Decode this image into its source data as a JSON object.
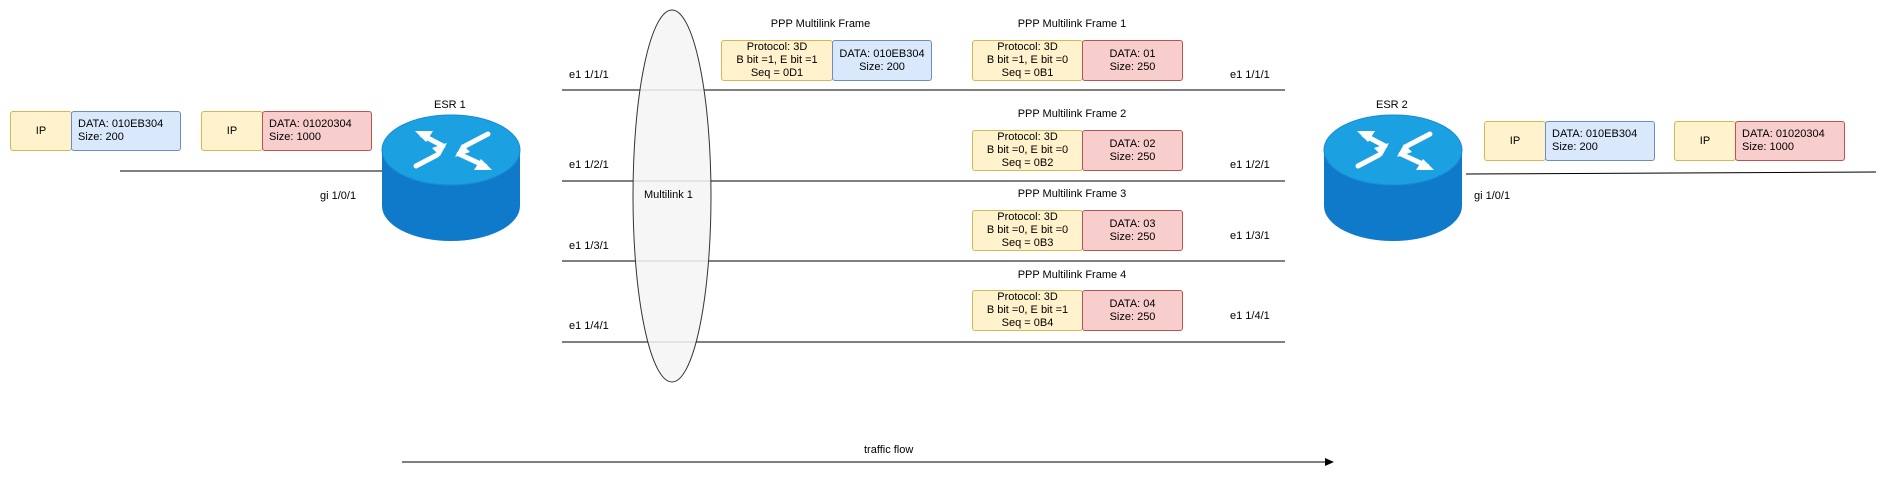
{
  "esr1": {
    "name": "ESR 1",
    "port": "gi 1/0/1"
  },
  "esr2": {
    "name": "ESR 2",
    "port": "gi 1/0/1"
  },
  "packets": {
    "ip_label": "IP",
    "p1_data": "DATA: 010EB304",
    "p1_size": "Size: 200",
    "p2_data": "DATA: 01020304",
    "p2_size": "Size: 1000"
  },
  "multilink_label": "Multilink 1",
  "links": {
    "l1_left": "e1 1/1/1",
    "l1_right": "e1 1/1/1",
    "l2_left": "e1 1/2/1",
    "l2_right": "e1 1/2/1",
    "l3_left": "e1 1/3/1",
    "l3_right": "e1 1/3/1",
    "l4_left": "e1 1/4/1",
    "l4_right": "e1 1/4/1"
  },
  "frame0": {
    "title": "PPP Multilink Frame",
    "proto": "Protocol: 3D",
    "bits": "B bit =1, E bit =1",
    "seq": "Seq = 0D1",
    "data": "DATA: 010EB304",
    "size": "Size: 200"
  },
  "frame1": {
    "title": "PPP Multilink Frame 1",
    "proto": "Protocol: 3D",
    "bits": "B bit =1, E bit =0",
    "seq": "Seq = 0B1",
    "data": "DATA: 01",
    "size": "Size: 250"
  },
  "frame2": {
    "title": "PPP Multilink Frame 2",
    "proto": "Protocol: 3D",
    "bits": "B bit =0, E bit =0",
    "seq": "Seq = 0B2",
    "data": "DATA: 02",
    "size": "Size: 250"
  },
  "frame3": {
    "title": "PPP Multilink Frame 3",
    "proto": "Protocol: 3D",
    "bits": "B bit =0, E bit =0",
    "seq": "Seq = 0B3",
    "data": "DATA: 03",
    "size": "Size: 250"
  },
  "frame4": {
    "title": "PPP Multilink Frame 4",
    "proto": "Protocol: 3D",
    "bits": "B bit =0, E bit =1",
    "seq": "Seq = 0B4",
    "data": "DATA: 04",
    "size": "Size: 250"
  },
  "traffic_flow": "traffic flow",
  "colors": {
    "header_fill": "#fff2cc",
    "header_stroke": "#d6b656",
    "data_blue_fill": "#dae8fc",
    "data_blue_stroke": "#6c8ebf",
    "data_red_fill": "#f8cecc",
    "data_red_stroke": "#b85450",
    "router_top": "#1ba1e2",
    "router_body": "#0f7ac9"
  }
}
